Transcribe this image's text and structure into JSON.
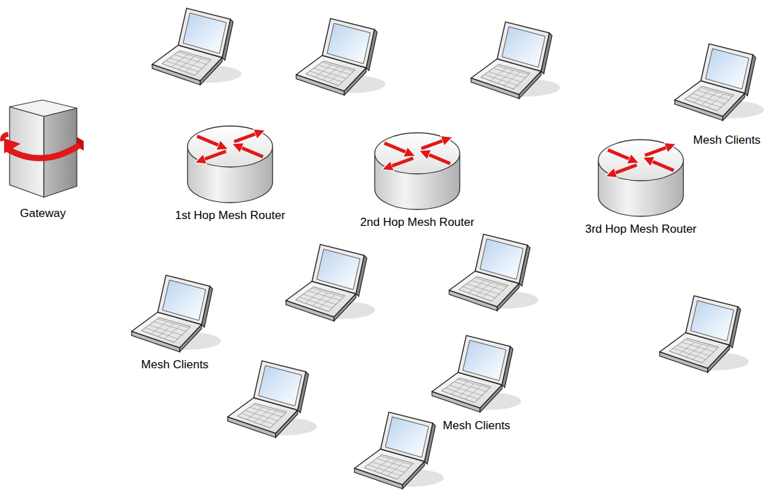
{
  "diagram": {
    "nodes": [
      {
        "text": [
          "Gateway"
        ]
      },
      {
        "text": [
          "1st Hop Mesh Router"
        ]
      },
      {
        "text": [
          "2nd Hop Mesh Router"
        ]
      },
      {
        "text": [
          "3rd Hop Mesh Router"
        ]
      }
    ],
    "labels": [
      "Mesh Clients",
      "Mesh Clients",
      "Mesh Clients"
    ]
  }
}
